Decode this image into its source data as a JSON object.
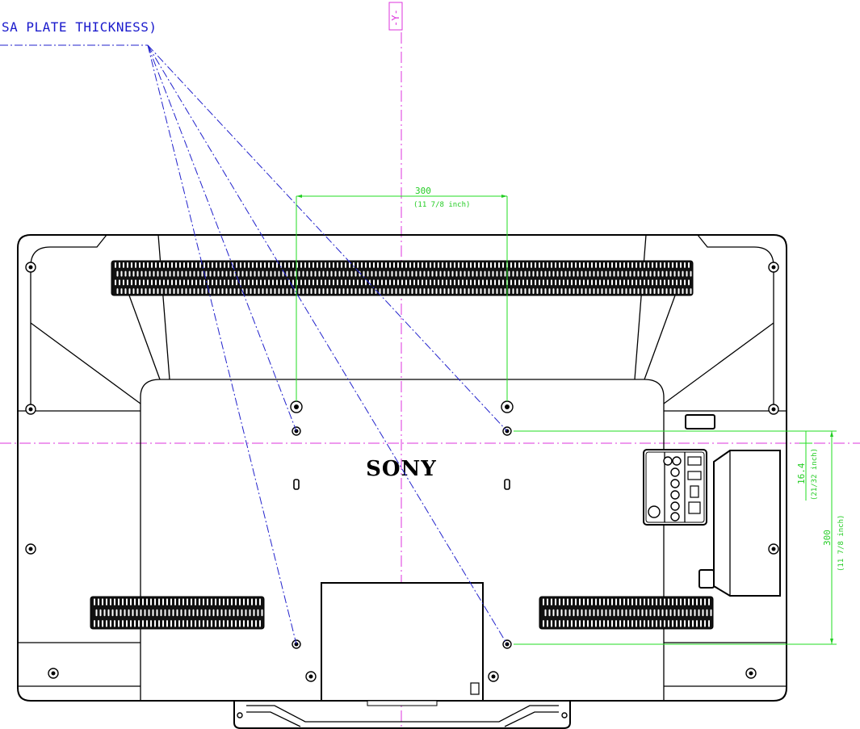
{
  "diagram": {
    "note_text": "SA PLATE THICKNESS)",
    "axis_label": "-Y-",
    "brand": "SONY",
    "dim_horizontal": {
      "value": "300",
      "imperial": "(11 7/8 inch)"
    },
    "dim_vertical": {
      "value": "300",
      "imperial": "(11 7/8 inch)"
    },
    "dim_offset": {
      "value": "16.4",
      "imperial": "(21/32 inch)"
    },
    "colors": {
      "outline": "#000000",
      "dimension": "#22cc22",
      "centerline": "#dd33dd",
      "leader": "#2222cc"
    }
  }
}
